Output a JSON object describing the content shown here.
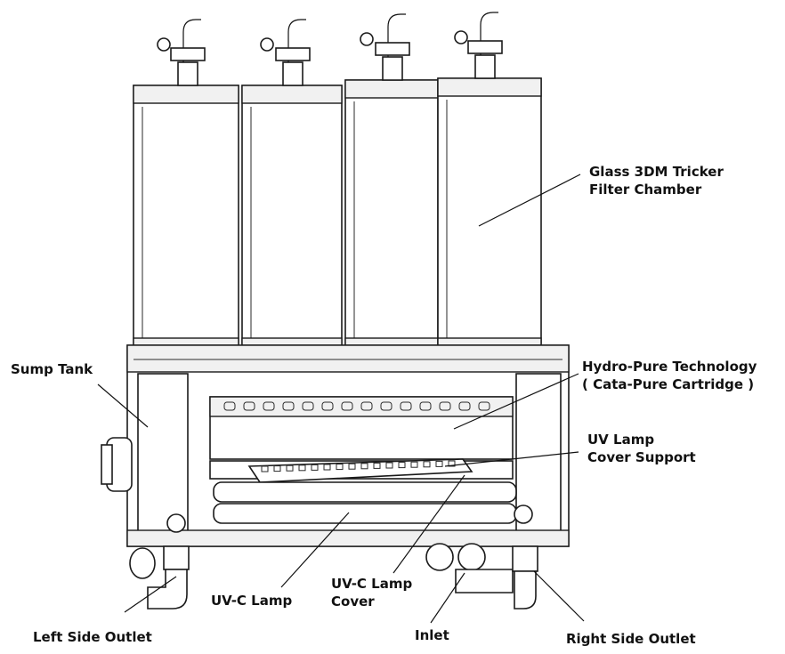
{
  "labels": {
    "filter_chamber": [
      "Glass 3DM Tricker",
      "Filter Chamber"
    ],
    "sump_tank": [
      "Sump Tank"
    ],
    "hydro_pure": [
      "Hydro-Pure Technology",
      "( Cata-Pure Cartridge )"
    ],
    "uv_lamp_cover_support": [
      "UV Lamp",
      "Cover Support"
    ],
    "uv_c_lamp": [
      "UV-C Lamp"
    ],
    "uv_c_lamp_cover": [
      "UV-C Lamp",
      "Cover"
    ],
    "left_side_outlet": [
      "Left Side Outlet"
    ],
    "inlet": [
      "Inlet"
    ],
    "right_side_outlet": [
      "Right Side Outlet"
    ]
  }
}
